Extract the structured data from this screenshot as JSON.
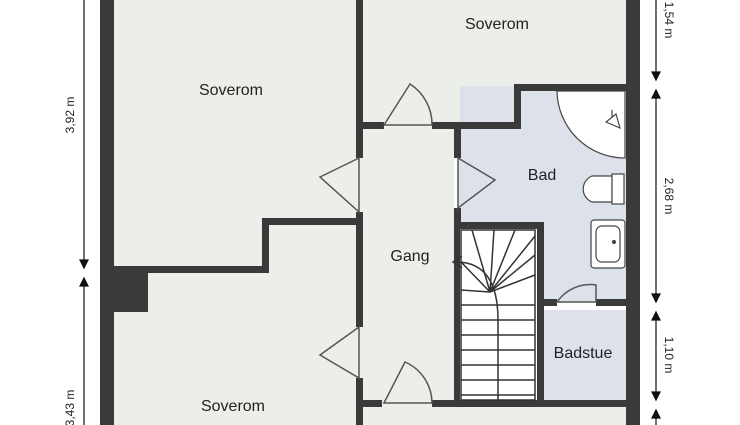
{
  "colors": {
    "floor": "#eceee9",
    "bath_floor": "#dde1ea",
    "wall": "#3a3a3a",
    "dimension": "#111111",
    "door": "#555555"
  },
  "rooms": {
    "soverom_top_right": "Soverom",
    "soverom_top_left": "Soverom",
    "soverom_bottom_left": "Soverom",
    "bad": "Bad",
    "gang": "Gang",
    "badstue": "Badstue"
  },
  "dimensions": {
    "left_upper": "3,92 m",
    "left_lower": "3,43 m",
    "right_top": "1,54 m",
    "right_bad": "2,68 m",
    "right_badstue": "1,10 m"
  }
}
